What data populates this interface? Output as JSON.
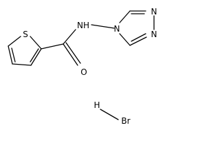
{
  "molecule": {
    "atoms": {
      "sulfur": "S",
      "amide_nh": "NH",
      "carbonyl_oxygen": "O",
      "triazole_n4": "N",
      "triazole_n1": "N",
      "triazole_n2": "N"
    },
    "salt": {
      "hydrogen": "H",
      "bromine": "Br"
    }
  }
}
